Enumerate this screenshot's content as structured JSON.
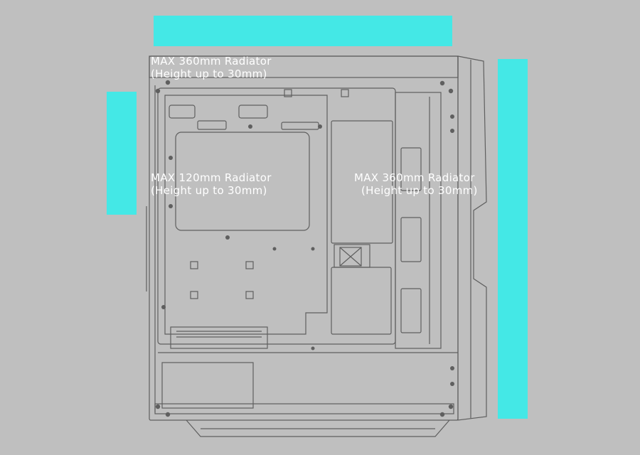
{
  "colors": {
    "background": "#bfbfbf",
    "radiator_highlight": "#44e8e6",
    "outline": "#5f5f5f",
    "label_text": "#ffffff"
  },
  "radiators": {
    "top": {
      "line1": "MAX 360mm Radiator",
      "line2": "(Height up to 30mm)"
    },
    "rear": {
      "line1": "MAX 120mm Radiator",
      "line2": "(Height up to 30mm)"
    },
    "front": {
      "line1": "MAX 360mm Radiator",
      "line2": "(Height up to 30mm)"
    }
  }
}
